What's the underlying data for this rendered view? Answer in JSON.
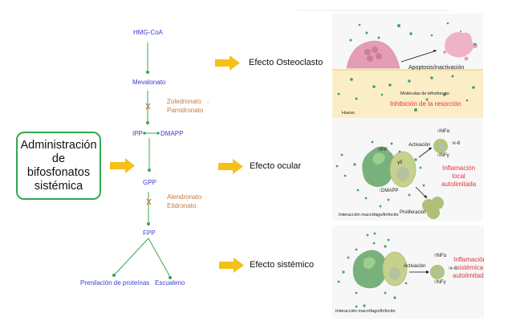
{
  "main_box": {
    "lines": [
      "Administración de",
      "bifosfonatos",
      "sistémica"
    ]
  },
  "pathway": {
    "nodes": {
      "hmg_coa": "HMG-CoA",
      "mevalonato": "Mevalonato",
      "ipp": "IPP",
      "dmapp": "DMAPP",
      "gpp": "GPP",
      "fpp": "FPP",
      "prenilacion": "Prenilación de proteínas",
      "escualeno": "Escualeno"
    },
    "inhibitors": [
      {
        "lines": [
          "Zoledronato",
          "Pamidronato"
        ]
      },
      {
        "lines": [
          "Alendronato",
          "Etidronato"
        ]
      }
    ]
  },
  "effects": [
    {
      "label": "Efecto Osteoclasto"
    },
    {
      "label": "Efecto ocular"
    },
    {
      "label": "Efecto sistémico"
    }
  ],
  "panel_osteoclast": {
    "arrow_label": "Apoptosis/inactivación",
    "molecules_label": "Moléculas de bifosfonato",
    "inhibition_label": "Inhibición de la resorción",
    "bone_label": "Hueso"
  },
  "panel_ocular": {
    "ipp_label": "IPP",
    "dmapp_label": "DMAPP",
    "cell_label": "γδ",
    "activation_label": "Activación",
    "proliferation_label": "Proliferación",
    "cytokines": {
      "inf_alpha": "INFα",
      "il6": "κ-6",
      "inf_gamma": "INFγ"
    },
    "outcome_lines": [
      "Inflamación",
      "local",
      "autolimitada"
    ],
    "caption": "Interacción macrófago/linfocito"
  },
  "panel_systemic": {
    "activation_label": "Activación",
    "cytokines": {
      "inf_alpha": "INFα",
      "il6": "κ-6",
      "inf_gamma": "INFγ"
    },
    "outcome_lines": [
      "Inflamación",
      "sistémica",
      "autolimitada"
    ],
    "caption": "Interacción macrófago/linfocito"
  },
  "colors": {
    "pathway_text": "#3b3bd6",
    "drug_text": "#c57a3d",
    "pathway_arrow": "#34a853",
    "effect_arrow": "#f5c018",
    "outcome_text": "#e8313b",
    "box_border": "#34a853"
  }
}
